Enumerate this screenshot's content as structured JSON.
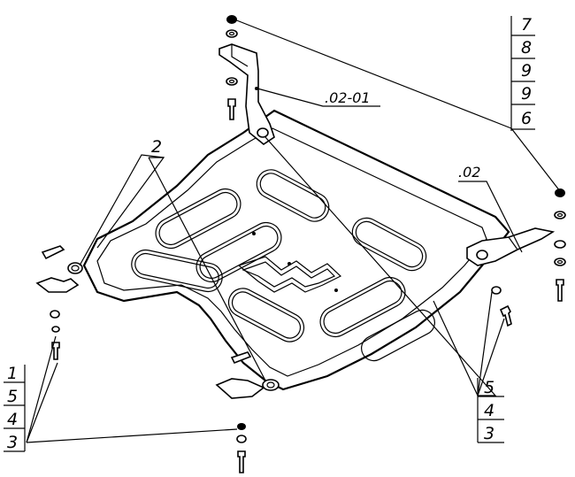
{
  "callouts": {
    "top_right_stack": [
      "7",
      "8",
      "9",
      "9",
      "6"
    ],
    "left_stack": [
      "1",
      "5",
      "4",
      "3"
    ],
    "right_stack": [
      "5",
      "4",
      "3"
    ],
    "bracket_label": ".02-01",
    "right_bracket_label": ".02",
    "left_label": "2"
  }
}
